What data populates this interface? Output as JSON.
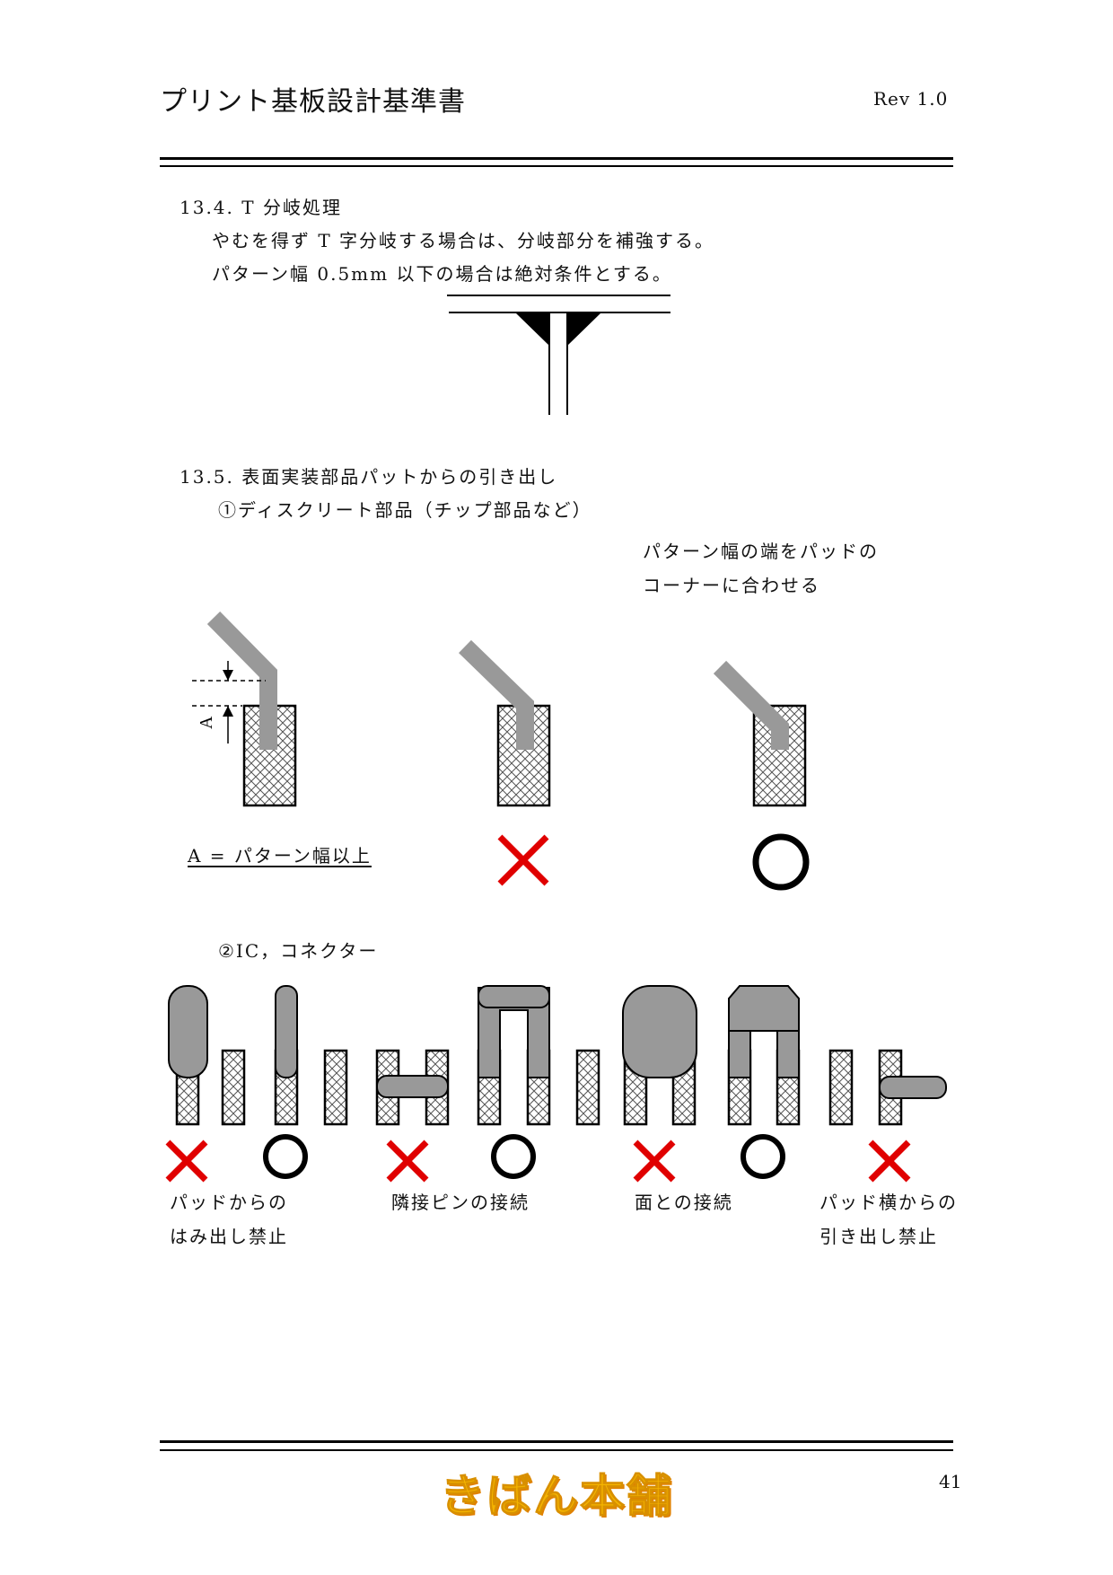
{
  "header": {
    "title": "プリント基板設計基準書",
    "revision": "Rev 1.0"
  },
  "section_13_4": {
    "heading": "13.4. T 分岐処理",
    "line1": "やむを得ず T 字分岐する場合は、分岐部分を補強する。",
    "line2": "パターン幅 0.5mm 以下の場合は絶対条件とする。"
  },
  "section_13_5": {
    "heading": "13.5. 表面実装部品パットからの引き出し",
    "sub1": "①ディスクリート部品（チップ部品など）",
    "note_line1": "パターン幅の端をパッドの",
    "note_line2": "コーナーに合わせる",
    "dim_label": "A",
    "dim_caption": "A = パターン幅以上",
    "sub2": "②IC，コネクター",
    "captions": {
      "protrude_line1": "パッドからの",
      "protrude_line2": "はみ出し禁止",
      "adjacent": "隣接ピンの接続",
      "surface": "面との接続",
      "side_line1": "パッド横からの",
      "side_line2": "引き出し禁止"
    },
    "marks": {
      "ng_color": "#e00000",
      "ok_color": "#000000"
    }
  },
  "footer": {
    "logo": "きばん本舗",
    "page_number": "41"
  },
  "colors": {
    "trace": "#999999",
    "pad_hatch": "#cfcfcf"
  }
}
